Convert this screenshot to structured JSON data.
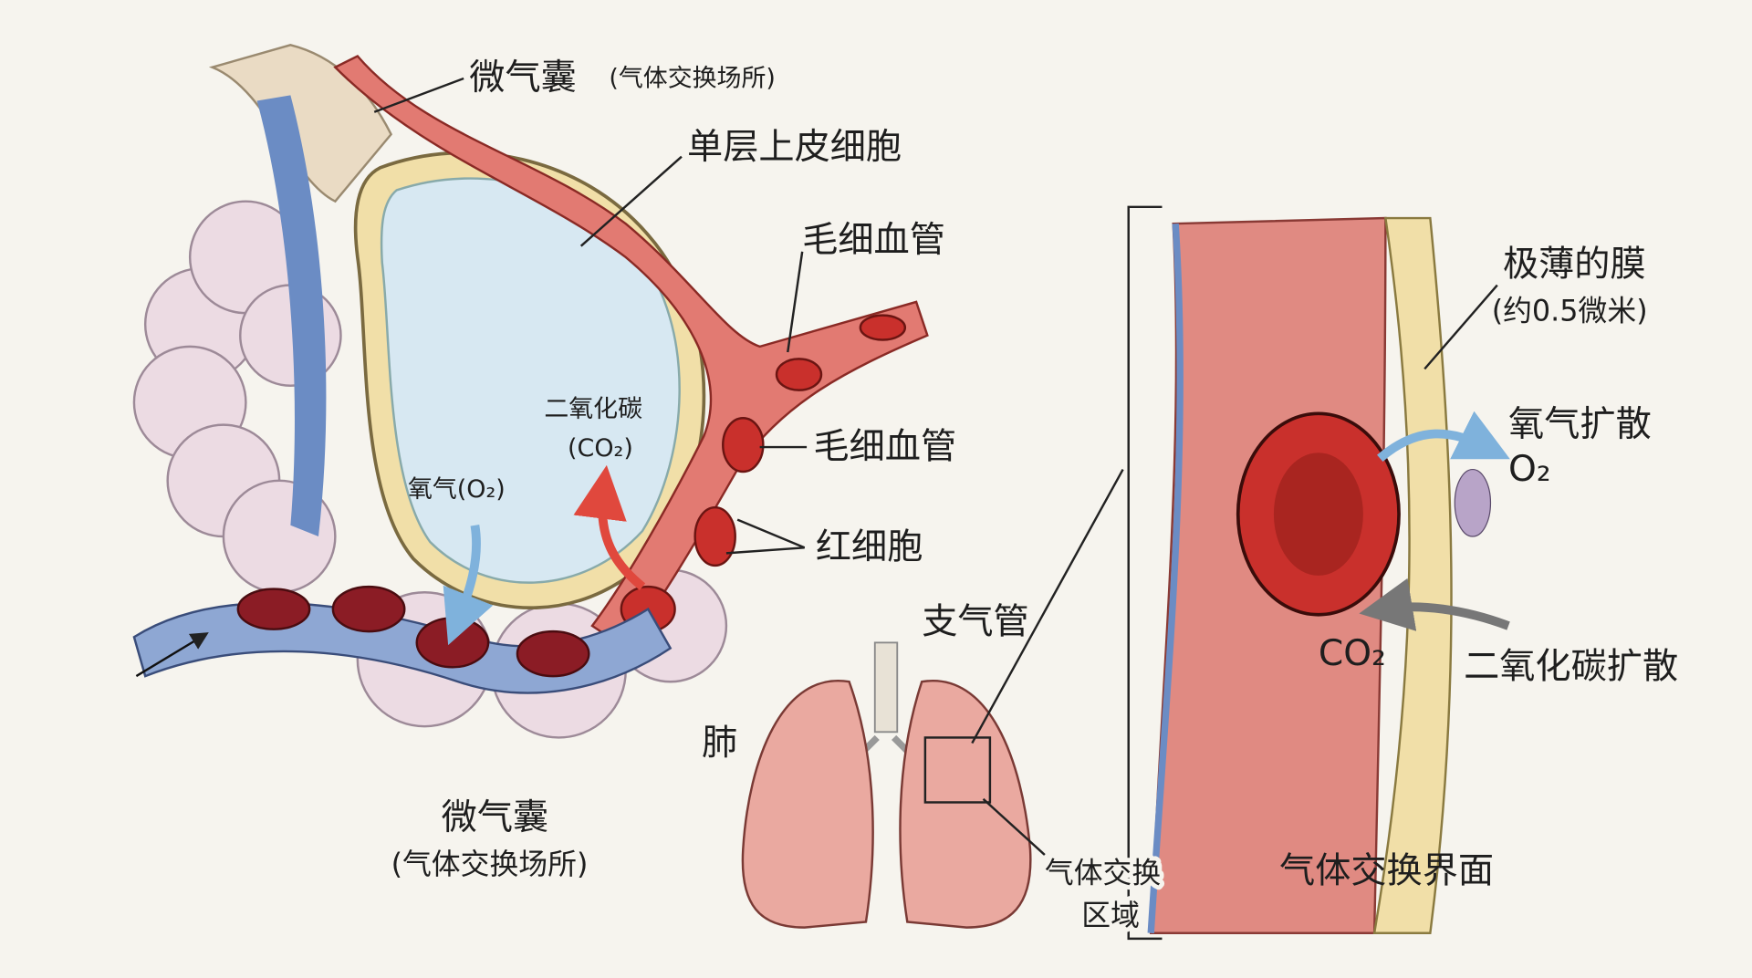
{
  "labels": {
    "alveolus_top": "微气囊",
    "alveolus_top_sub": "(气体交换场所)",
    "epithelium": "单层上皮细胞",
    "capillary_1": "毛细血管",
    "co2_label": "二氧化碳",
    "co2_formula": "(CO₂)",
    "o2_label": "氧气(O₂)",
    "capillary_2": "毛细血管",
    "rbc": "红细胞",
    "membrane": "极薄的膜",
    "membrane_sub": "(约0.5微米)",
    "o2_diffusion": "氧气扩散",
    "o2_formula": "O₂",
    "co2_formula_right": "CO₂",
    "co2_diffusion": "二氧化碳扩散",
    "bronchus": "支气管",
    "lung": "肺",
    "alveolus_bottom": "微气囊",
    "alveolus_bottom_sub": "(气体交换场所)",
    "exchange_region_1": "气体交换",
    "exchange_region_2": "区域",
    "interface_title": "气体交换界面"
  },
  "colors": {
    "artery": "#d9534f",
    "vein": "#6b8cc4",
    "alveolus": "#d7e8f2",
    "membrane": "#f1dfa8",
    "o2_arrow": "#7fb2dc",
    "co2_arrow": "#e0483d"
  }
}
